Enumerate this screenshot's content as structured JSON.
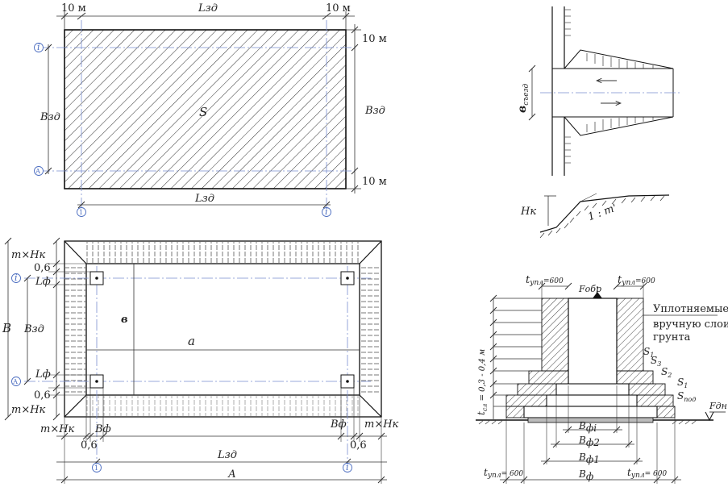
{
  "site_plan": {
    "dim_10m_tl": "10 м",
    "dim_10m_tr": "10 м",
    "dim_10m_right_top": "10 м",
    "dim_10m_right_bot": "10 м",
    "lzd_top": "Lзд",
    "lzd_bottom": "Lзд",
    "bzd_left": "Взд",
    "bzd_right": "Взд",
    "area_label": "S",
    "axis_i_top": "i",
    "axis_a": "А",
    "axis_1": "1",
    "axis_i_right": "i"
  },
  "pit_plan": {
    "m_hk_top": "m×Нк",
    "dim_06_1": "0,6",
    "lf_top": "Lф",
    "b_label": "В",
    "bzd": "Взд",
    "lf_bottom": "Lф",
    "dim_06_2": "0,6",
    "m_hk_bottom": "m×Нк",
    "v_label": "в",
    "a_label": "а",
    "m_hk_left": "m×Нк",
    "bf_left": "Вф",
    "bf_right": "Вф",
    "m_hk_right": "m×Нк",
    "dim_06_3": "0,6",
    "dim_06_4": "0,6",
    "lzd": "Lзд",
    "A_label": "А",
    "axis_i_top": "i",
    "axis_a": "А",
    "axis_1": "1",
    "axis_i_right": "i"
  },
  "ramp": {
    "width_label": "в",
    "width_sub": "съезд"
  },
  "slope": {
    "hk_label": "Нк",
    "ratio_label": "1 : m'"
  },
  "foundation": {
    "t_upl_left_top": "t",
    "t_upl_left_top_sub": "упл",
    "t_upl_left_top_val": "=600",
    "fobr": "Fобр",
    "t_upl_right_top": "t",
    "t_upl_right_top_sub": "упл",
    "t_upl_right_top_val": "=600",
    "legend_line1": "Уплотняемые",
    "legend_line2": "вручную слои",
    "legend_line3": "грунта",
    "t_sl": "t",
    "t_sl_sub": "сл",
    "t_sl_val": " = 0,3 - 0,4 м",
    "s1_top": "S",
    "s1_top_sub": "1",
    "s2": "S",
    "s2_sub": "2",
    "s3": "S",
    "s3_sub": "3",
    "s1_mid": "S",
    "s1_mid_sub": "1",
    "s_pod": "S",
    "s_pod_sub": "под",
    "fdn": "Fдн",
    "b_fi": "В",
    "b_fi_sub": "фi",
    "b_f2": "В",
    "b_f2_sub": "ф2",
    "b_f1": "В",
    "b_f1_sub": "ф1",
    "b_f": "В",
    "b_f_sub": "ф",
    "t_upl_left_bot": "t",
    "t_upl_left_bot_sub": "упл",
    "t_upl_left_bot_val": "= 600",
    "t_upl_right_bot": "t",
    "t_upl_right_bot_sub": "упл",
    "t_upl_right_bot_val": "= 600"
  }
}
